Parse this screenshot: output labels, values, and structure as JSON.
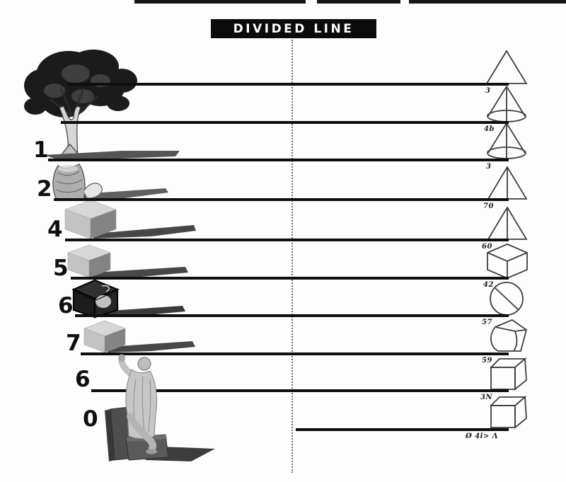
{
  "title": "DIVIDED LINE",
  "rows": [
    {
      "left_number": "",
      "right_label": "3",
      "right_shape": "triangle",
      "left_figure": "tree"
    },
    {
      "left_number": "",
      "right_label": "4b",
      "right_shape": "cone",
      "left_figure": "tree"
    },
    {
      "left_number": "1",
      "right_label": "3",
      "right_shape": "cone",
      "left_figure": "tree"
    },
    {
      "left_number": "2",
      "right_label": "70",
      "right_shape": "pyramid-front-view",
      "left_figure": "tree-stump"
    },
    {
      "left_number": "4",
      "right_label": "60",
      "right_shape": "pyramid-front-view",
      "left_figure": "solid-cube"
    },
    {
      "left_number": "5",
      "right_label": "42",
      "right_shape": "wireframe-cube",
      "left_figure": "solid-cube"
    },
    {
      "left_number": "6",
      "right_label": "57",
      "right_shape": "circle-with-chord",
      "left_figure": "sketched-cube"
    },
    {
      "left_number": "7",
      "right_label": "59",
      "right_shape": "faceted-solid",
      "left_figure": "solid-cube"
    },
    {
      "left_number": "6",
      "right_label": "3N",
      "right_shape": "wireframe-cube-small",
      "left_figure": "seated-statue"
    },
    {
      "left_number": "0",
      "right_label": "Ø 4i> Λ",
      "right_shape": "wireframe-cube-small",
      "left_figure": "seated-statue"
    }
  ],
  "colors": {
    "line": "#0e0e0e",
    "title_bg": "#0b0b0b",
    "title_text": "#ffffff",
    "shape_stroke": "#3f3f3f",
    "divider_dots": "#6e6e6e"
  }
}
